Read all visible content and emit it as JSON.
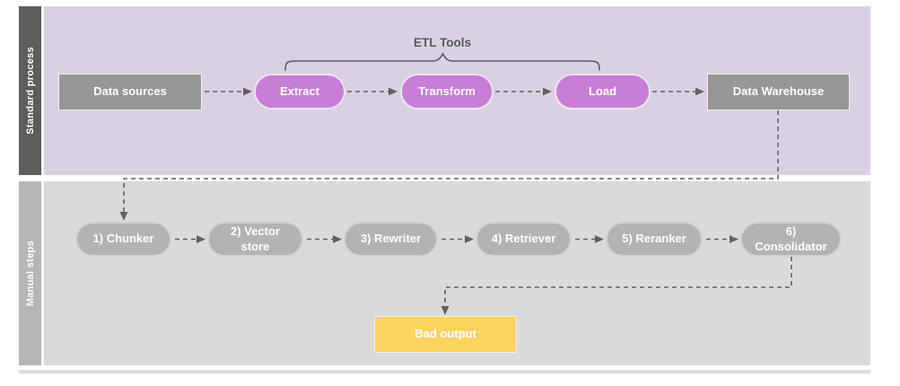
{
  "lanes": {
    "standard": {
      "label": "Standard process"
    },
    "manual": {
      "label": "Manual steps"
    }
  },
  "standard": {
    "data_sources": "Data sources",
    "extract": "Extract",
    "transform": "Transform",
    "load": "Load",
    "data_warehouse": "Data Warehouse",
    "etl_tools_label": "ETL Tools"
  },
  "manual": {
    "steps": [
      "1) Chunker",
      "2) Vector store",
      "3) Rewriter",
      "4) Retriever",
      "5) Reranker",
      "6) Consolidator"
    ],
    "bad_output": "Bad output"
  },
  "colors": {
    "lane1_bar": "#5d5d5d",
    "lane1_bg": "#d9d1e3",
    "lane2_bar": "#b6b6b6",
    "lane2_bg": "#dadada",
    "lane3_strip": "#dcdcdc",
    "pill_pink": "#c87ed6",
    "box_gray": "#969696",
    "step_gray": "#b3b3b3",
    "bad_yellow": "#fbd45e",
    "connector": "#616161"
  }
}
